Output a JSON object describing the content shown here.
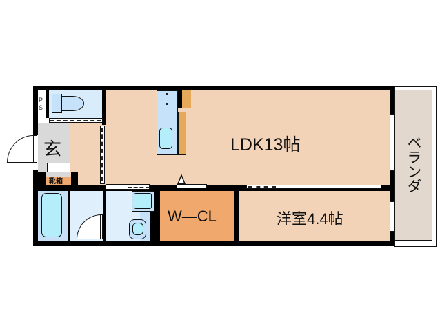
{
  "floor_plan": {
    "rooms": {
      "ldk": {
        "label": "LDK13帖",
        "color": "#f2d3b7"
      },
      "western_room": {
        "label": "洋室4.4帖",
        "color": "#f2d3b7"
      },
      "walk_in_closet": {
        "label": "W—CL",
        "color": "#f0a86c"
      },
      "entrance": {
        "label": "玄",
        "color": "#d9d9d9"
      },
      "shoe_box": {
        "label": "靴箱",
        "color": "#f0a86c"
      },
      "balcony": {
        "label": "ベランダ",
        "color": "#e2d8ce"
      },
      "pipe_space": {
        "label": "PS"
      },
      "toilet": {
        "color": "#d8ecfb"
      },
      "bathroom": {
        "color": "#c7e0f7"
      },
      "washroom": {
        "color": "#dff0fc"
      }
    },
    "colors": {
      "wall": "#000000",
      "fixture_fill": "#b4eefa",
      "kitchen_counter": "#c6e2fb",
      "storage": "#e6a95a"
    }
  }
}
